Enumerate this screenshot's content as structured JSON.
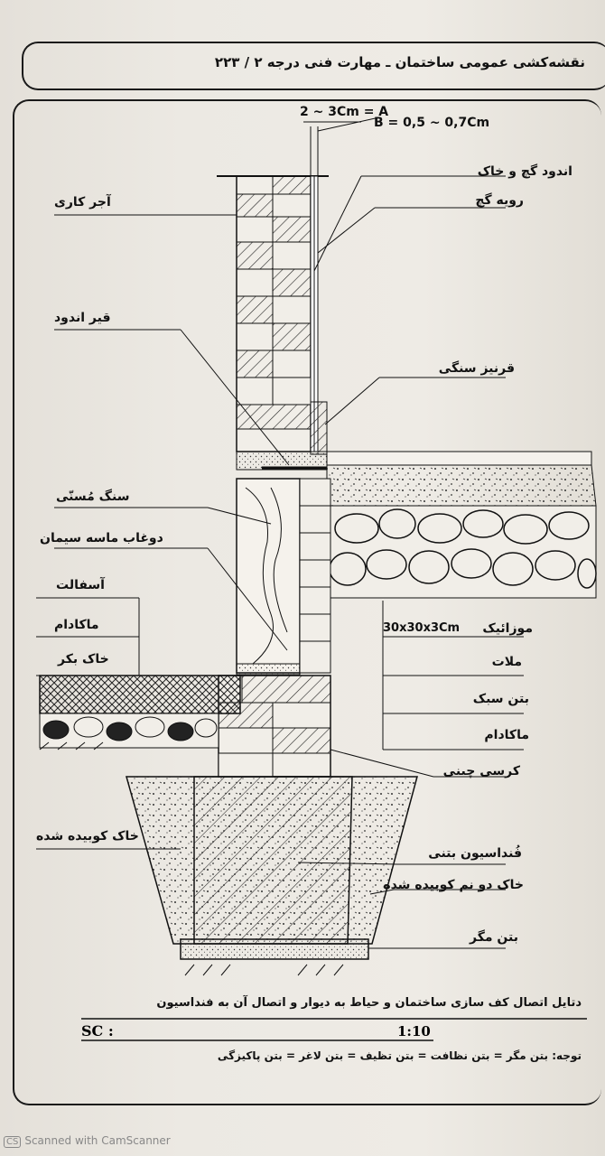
{
  "header": "نقشه‌کشی عمومی ساختمان ـ مهارت فنی درجه ۲ / ۲۲۳",
  "dimensions": {
    "dim_a": "2 ~ 3Cm = A",
    "dim_b": "B = 0,5 ~ 0,7Cm"
  },
  "labels_right": {
    "plaster_soil": "اندود گچ و خاک",
    "gypsum_finish": "رویه گچ",
    "stone_cornice": "قرنیز سنگی",
    "mosaic": "موزائیک",
    "mosaic_size": "30x30x3Cm",
    "mortar": "ملات",
    "light_concrete": "بتن سبک",
    "macadam": "ماکادام",
    "plinth_brick": "کرسی چینی",
    "concrete_foundation": "فُنداسیون بتنی",
    "damp_soil": "خاک دو نم کوبیده شده",
    "lean_concrete": "بتن مگر"
  },
  "labels_left": {
    "brickwork": "آجر کاری",
    "bitumen": "قیر اندود",
    "cut_stone": "سنگ مُسنّی",
    "cement_grout": "دوغاب ماسه سیمان",
    "asphalt": "آسفالت",
    "macadam": "ماکادام",
    "virgin_soil": "خاک بکر",
    "compacted_soil": "خاک کوبیده شده"
  },
  "caption": "دتایل اتصال کف سازی ساختمان و حیاط به دیوار و اتصال آن به فنداسیون",
  "scale_label": "SC :",
  "scale_value": "1:10",
  "note": "توجه: بتن مگر = بتن نظافت = بتن تظیف = بتن لاغر = بتن پاکیزگی",
  "watermark": "Scanned with CamScanner"
}
